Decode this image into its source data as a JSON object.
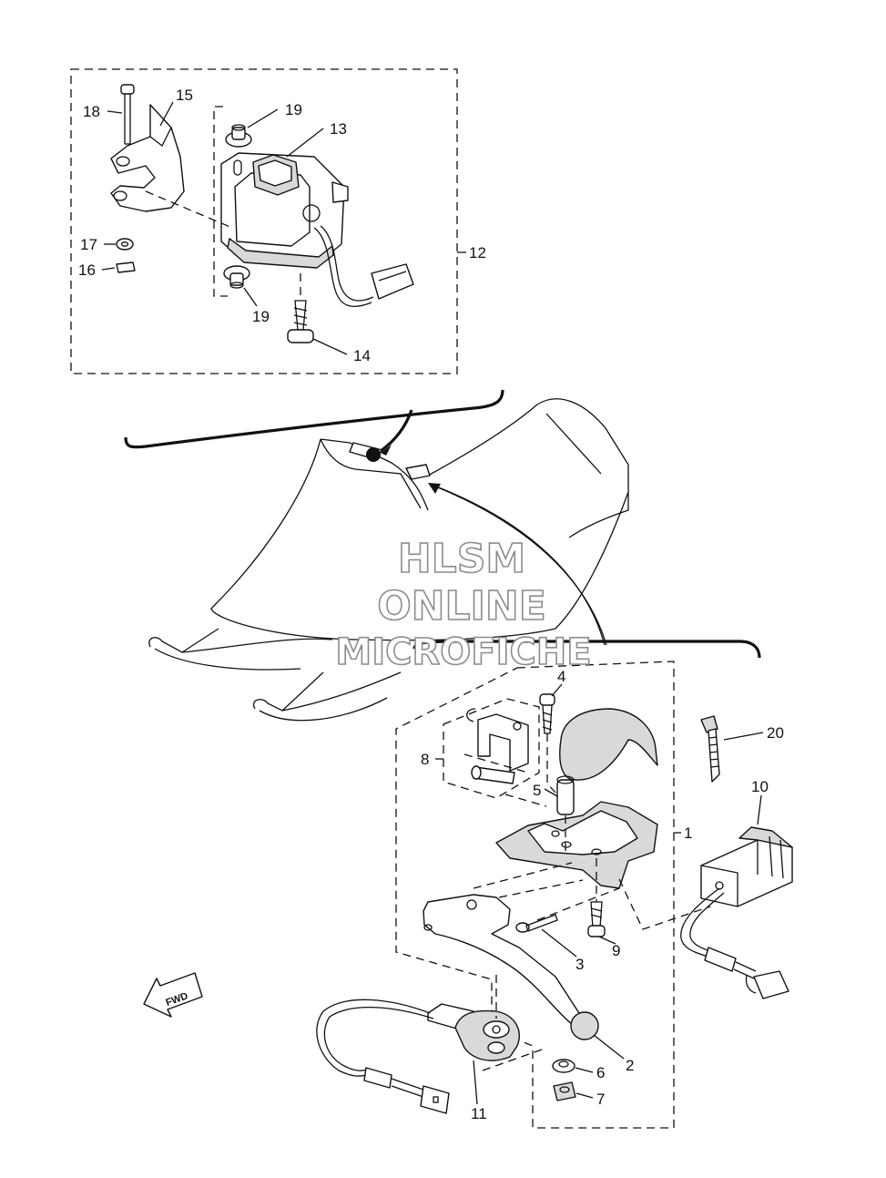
{
  "watermark": {
    "line1": "HLSM",
    "line2": "ONLINE",
    "line3": "MICROFICHE"
  },
  "fwd_label": "FWD",
  "callouts": {
    "c1": "1",
    "c2": "2",
    "c3": "3",
    "c4": "4",
    "c5": "5",
    "c6": "6",
    "c7": "7",
    "c8": "8",
    "c9": "9",
    "c10": "10",
    "c11": "11",
    "c12": "12",
    "c13": "13",
    "c14": "14",
    "c15": "15",
    "c16": "16",
    "c17": "17",
    "c18": "18",
    "c19a": "19",
    "c19b": "19",
    "c20": "20"
  },
  "colors": {
    "ink": "#111111",
    "watermark_outline": "#8c8c8c",
    "background": "#ffffff"
  }
}
